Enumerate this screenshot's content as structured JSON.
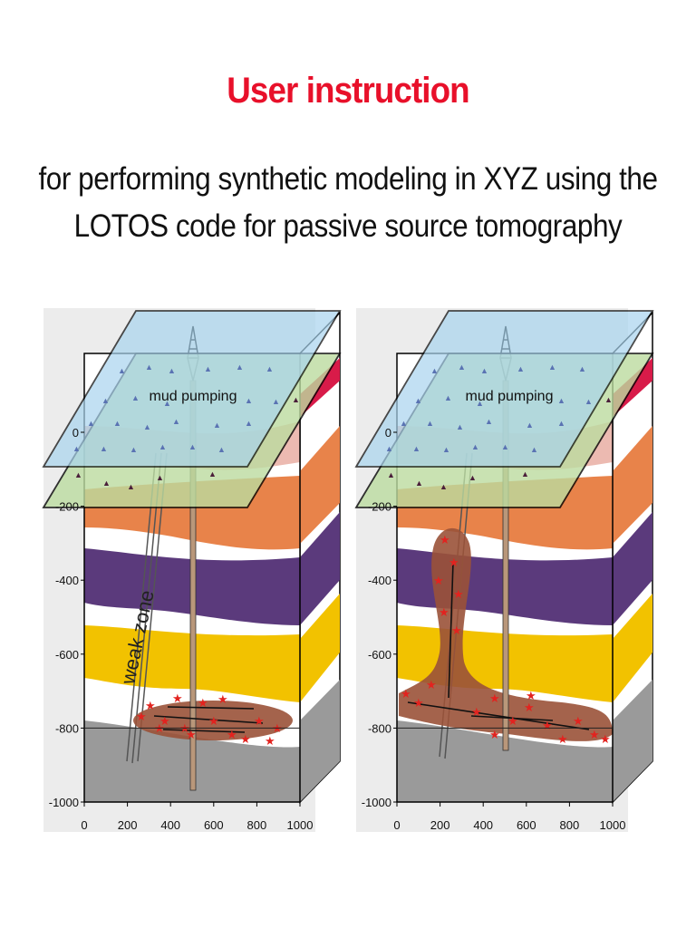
{
  "header": {
    "title": "User instruction",
    "subtitle_line1": "for performing synthetic modeling in XYZ using the",
    "subtitle_line2": "LOTOS code for passive source tomography"
  },
  "diagrams": {
    "left": {
      "label_mud": "mud pumping",
      "label_weak": "weak zone"
    },
    "right": {
      "label_mud": "mud pumping"
    }
  },
  "axes": {
    "depth_ticks": [
      "0",
      "-200",
      "-400",
      "-600",
      "-800",
      "-1000"
    ],
    "x_ticks": [
      "0",
      "200",
      "400",
      "600",
      "800",
      "1000"
    ]
  },
  "colors": {
    "title": "#e8102a",
    "sky_plane": "#a9d4ee",
    "green_plane": "#bcdca0",
    "orange_layer": "#e8834a",
    "purple_layer": "#5b3a7c",
    "yellow_layer": "#f2c200",
    "gray_base": "#9a9a9a",
    "reservoir": "#9a5238",
    "star": "#e2231f"
  }
}
